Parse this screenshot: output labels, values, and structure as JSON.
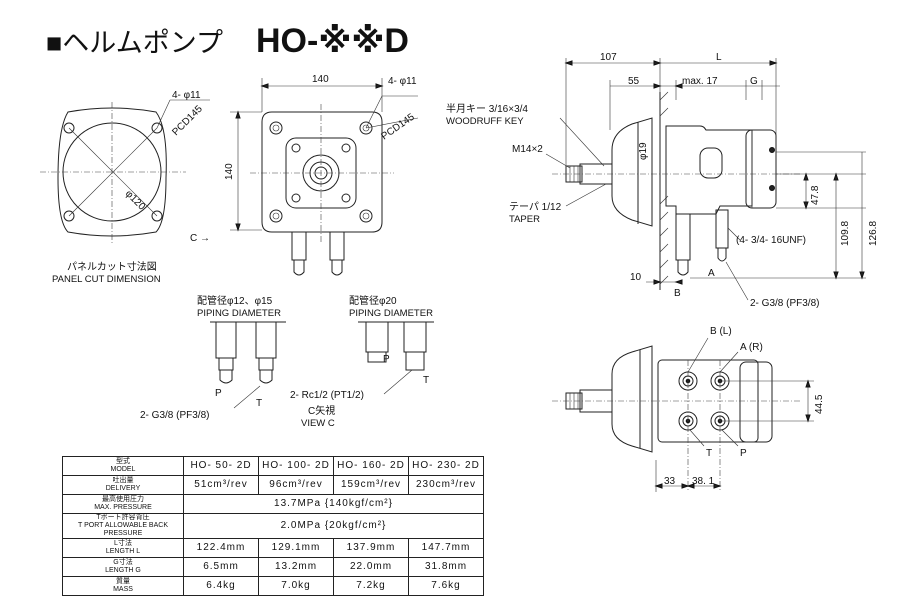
{
  "title": {
    "prefix": "■ヘルムポンプ",
    "model": "HO-※※D"
  },
  "panel_cut": {
    "hole_label": "4- φ11",
    "pcd_label": "PCD145",
    "dia_label": "φ120",
    "caption_ja": "パネルカット寸法図",
    "caption_en": "PANEL CUT DIMENSION"
  },
  "front_view": {
    "width_dim": "140",
    "height_dim": "140",
    "hole_label": "4- φ11",
    "pcd_label": "PCD145",
    "arrow_label": "C →"
  },
  "piping_left": {
    "title_ja": "配管径φ12、φ15",
    "title_en": "PIPING DIAMETER",
    "port_p": "P",
    "port_t": "T",
    "thread": "2- G3/8 (PF3/8)"
  },
  "piping_right": {
    "title_ja": "配管径φ20",
    "title_en": "PIPING DIAMETER",
    "port_p": "P",
    "port_t": "T",
    "thread": "2- Rc1/2 (PT1/2)"
  },
  "view_c": {
    "label_ja": "C矢視",
    "label_en": "VIEW C"
  },
  "side_view": {
    "dim_107": "107",
    "dim_L": "L",
    "dim_55": "55",
    "dim_max17": "max. 17",
    "dim_G": "G",
    "key_ja": "半月キー 3/16×3/4",
    "key_en": "WOODRUFF KEY",
    "thread_m14": "M14×2",
    "shaft_dia": "φ19",
    "taper_ja": "テーパ 1/12",
    "taper_en": "TAPER",
    "dim_47_8": "47.8",
    "dim_109_8": "109.8",
    "dim_126_8": "126.8",
    "unf": "(4- 3/4- 16UNF)",
    "dim_10": "10",
    "port_a": "A",
    "port_b": "B",
    "thread": "2- G3/8 (PF3/8)"
  },
  "bottom_view": {
    "port_b": "B (L)",
    "port_a": "A (R)",
    "dim_44_5": "44.5",
    "port_t": "T",
    "port_p": "P",
    "dim_33": "33",
    "dim_38_1": "38. 1"
  },
  "spec_table": {
    "header": {
      "label_ja": "型式",
      "label_en": "MODEL",
      "models": [
        "HO- 50- 2D",
        "HO- 100- 2D",
        "HO- 160- 2D",
        "HO- 230- 2D"
      ]
    },
    "delivery": {
      "label_ja": "吐出量",
      "label_en": "DELIVERY",
      "values": [
        "51cm³/rev",
        "96cm³/rev",
        "159cm³/rev",
        "230cm³/rev"
      ]
    },
    "max_pressure": {
      "label_ja": "最高使用圧力",
      "label_en": "MAX. PRESSURE",
      "value": "13.7MPa {140kgf/cm²}"
    },
    "back_pressure": {
      "label_ja": "Tポート許容背圧",
      "label_en": "T PORT ALLOWABLE BACK PRESSURE",
      "value": "2.0MPa {20kgf/cm²}"
    },
    "length_l": {
      "label_ja": "L寸法",
      "label_en": "LENGTH L",
      "values": [
        "122.4mm",
        "129.1mm",
        "137.9mm",
        "147.7mm"
      ]
    },
    "length_g": {
      "label_ja": "G寸法",
      "label_en": "LENGTH G",
      "values": [
        "6.5mm",
        "13.2mm",
        "22.0mm",
        "31.8mm"
      ]
    },
    "mass": {
      "label_ja": "質量",
      "label_en": "MASS",
      "values": [
        "6.4kg",
        "7.0kg",
        "7.2kg",
        "7.6kg"
      ]
    }
  }
}
